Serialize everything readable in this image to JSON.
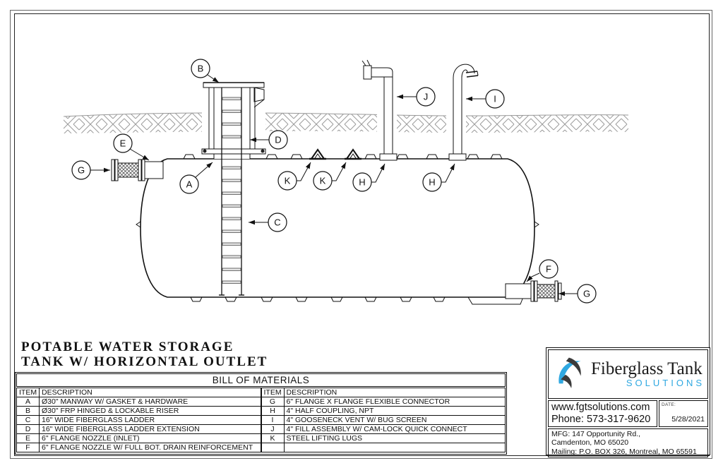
{
  "page": {
    "title_line1": "POTABLE WATER STORAGE",
    "title_line2": "TANK W/ HORIZONTAL OUTLET"
  },
  "bom": {
    "title": "BILL OF MATERIALS",
    "columns": [
      "ITEM",
      "DESCRIPTION"
    ],
    "left": [
      {
        "item": "A",
        "desc": "Ø30\" MANWAY W/ GASKET & HARDWARE"
      },
      {
        "item": "B",
        "desc": "Ø30\" FRP HINGED & LOCKABLE RISER"
      },
      {
        "item": "C",
        "desc": "16\" WIDE FIBERGLASS LADDER"
      },
      {
        "item": "D",
        "desc": "16\" WIDE FIBERGLASS LADDER EXTENSION"
      },
      {
        "item": "E",
        "desc": "6\" FLANGE NOZZLE (INLET)"
      },
      {
        "item": "F",
        "desc": "6\" FLANGE NOZZLE W/ FULL BOT. DRAIN REINFORCEMENT"
      }
    ],
    "right": [
      {
        "item": "G",
        "desc": "6\" FLANGE X FLANGE FLEXIBLE CONNECTOR"
      },
      {
        "item": "H",
        "desc": "4\" HALF COUPLING, NPT"
      },
      {
        "item": "I",
        "desc": "4\" GOOSENECK VENT W/ BUG SCREEN"
      },
      {
        "item": "J",
        "desc": "4\" FILL ASSEMBLY W/ CAM-LOCK QUICK CONNECT"
      },
      {
        "item": "K",
        "desc": "STEEL LIFTING LUGS"
      },
      {
        "item": "",
        "desc": ""
      }
    ]
  },
  "company": {
    "name": "Fiberglass Tank",
    "tagline": "SOLUTIONS",
    "website": "www.fgtsolutions.com",
    "phone": "Phone: 573-317-9620",
    "date_label": "DATE:",
    "date": "5/28/2021",
    "mfg_line1": "MFG: 147 Opportunity Rd.,",
    "mfg_line2": "Camdenton, MO 65020",
    "mailing": "Mailing: P.O. BOX 326, Montreal, MO 65591"
  },
  "callouts": {
    "a": "A",
    "b": "B",
    "c": "C",
    "d": "D",
    "e": "E",
    "f": "F",
    "g": "G",
    "h": "H",
    "i": "I",
    "j": "J",
    "k": "K"
  },
  "colors": {
    "accent_blue": "#2fa8e1",
    "line": "#111111",
    "hatch_gray": "#9b9b9b"
  }
}
